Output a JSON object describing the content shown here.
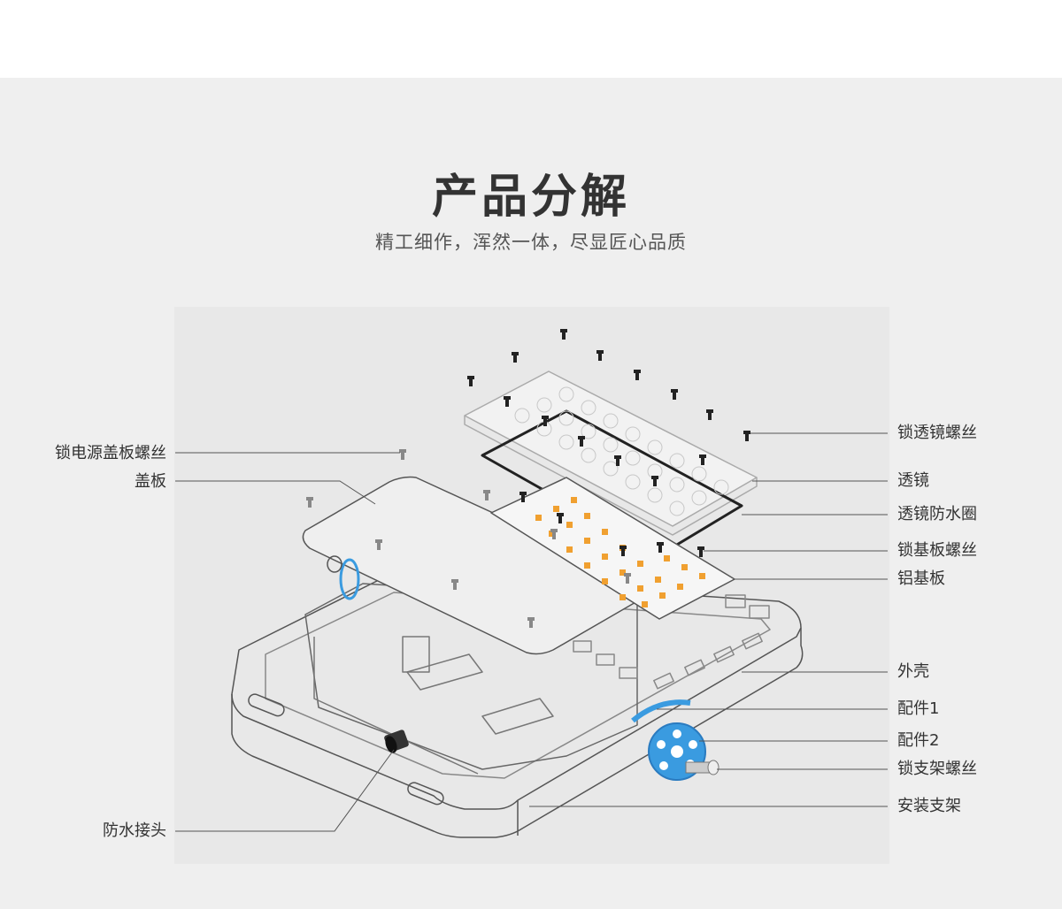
{
  "header": {
    "title": "产品分解",
    "subtitle": "精工细作，浑然一体，尽显匠心品质"
  },
  "diagram": {
    "callouts": {
      "left": [
        {
          "id": "lock-power-cover-screw",
          "label": "锁电源盖板螺丝"
        },
        {
          "id": "cover-plate",
          "label": "盖板"
        },
        {
          "id": "waterproof-connector",
          "label": "防水接头"
        }
      ],
      "right": [
        {
          "id": "lens-screw",
          "label": "锁透镜螺丝"
        },
        {
          "id": "lens",
          "label": "透镜"
        },
        {
          "id": "lens-seal",
          "label": "透镜防水圈"
        },
        {
          "id": "substrate-screw",
          "label": "锁基板螺丝"
        },
        {
          "id": "aluminum-substrate",
          "label": "铝基板"
        },
        {
          "id": "housing",
          "label": "外壳"
        },
        {
          "id": "part-1",
          "label": "配件1"
        },
        {
          "id": "part-2",
          "label": "配件2"
        },
        {
          "id": "bracket-screw",
          "label": "锁支架螺丝"
        },
        {
          "id": "mounting-bracket",
          "label": "安装支架"
        }
      ]
    },
    "colors": {
      "line": "#444444",
      "accent_blue": "#3a9be0",
      "led_orange": "#f0a030",
      "background": "#efefef",
      "panel": "#e8e8e8"
    }
  }
}
